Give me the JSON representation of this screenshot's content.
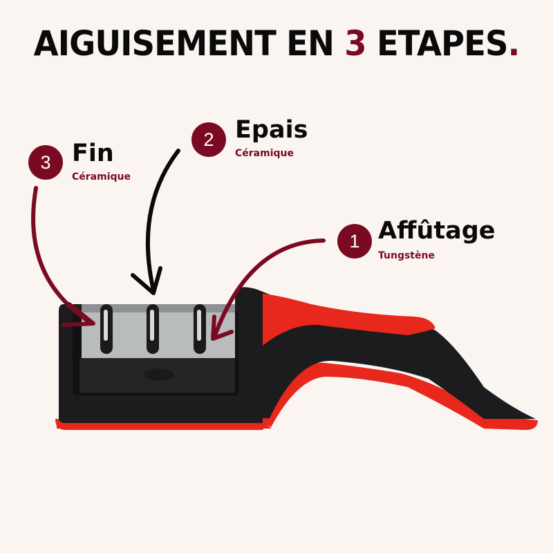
{
  "title": {
    "main": "AIGUISEMENT EN",
    "number": "3",
    "tail": "ETAPES",
    "dot": "."
  },
  "colors": {
    "accent": "#7a0a22",
    "background": "#faf5f1",
    "text": "#0a0a0a",
    "product_red": "#e8281c",
    "product_black": "#1c1c1e"
  },
  "steps": [
    {
      "number": "1",
      "label": "Affûtage",
      "material": "Tungstène"
    },
    {
      "number": "2",
      "label": "Epais",
      "material": "Céramique"
    },
    {
      "number": "3",
      "label": "Fin",
      "material": "Céramique"
    }
  ],
  "product": {
    "icon": "knife-sharpener-image"
  }
}
